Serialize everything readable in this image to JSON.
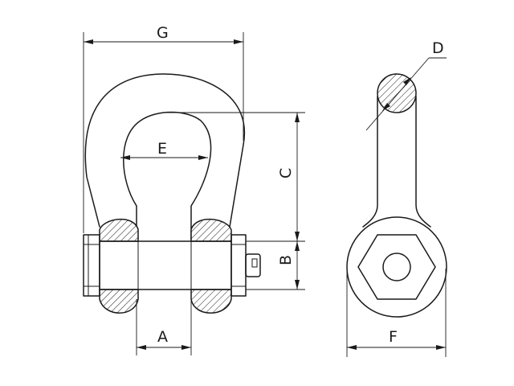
{
  "colors": {
    "ink": "#1a1a1a",
    "paper": "#ffffff"
  },
  "dimensions": {
    "G": "G",
    "E": "E",
    "C": "C",
    "B": "B",
    "A": "A",
    "D": "D",
    "F": "F"
  }
}
